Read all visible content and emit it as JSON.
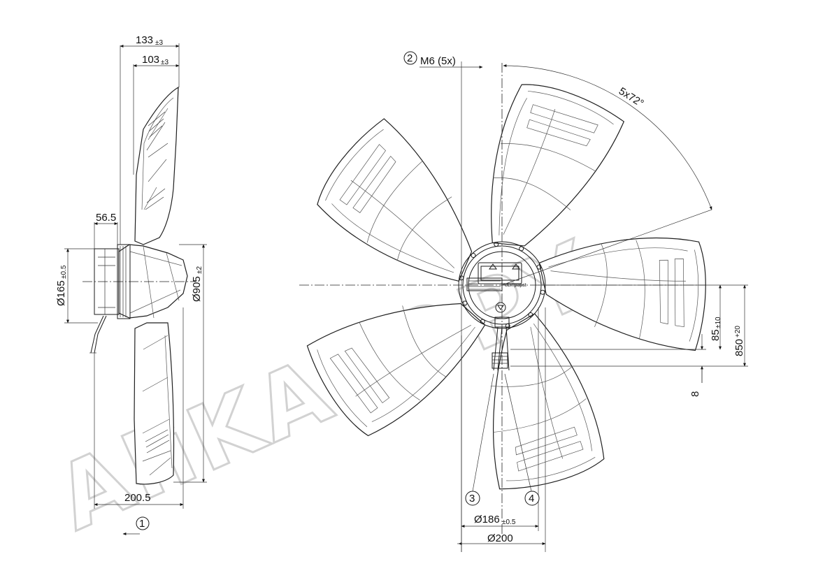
{
  "watermark": "AliKASOPY",
  "dimensions": {
    "width_overall": {
      "value": "133",
      "tol": "±3"
    },
    "width_hub": {
      "value": "103",
      "tol": "±3"
    },
    "depth_motor": {
      "value": "56.5"
    },
    "dia_motor": {
      "value": "Ø165",
      "tol": "±0.5"
    },
    "dia_fan": {
      "value": "Ø905",
      "tol": "±2"
    },
    "depth_total": {
      "value": "200.5"
    },
    "mount_thread": {
      "value": "M6 (5x)"
    },
    "angle": {
      "value": "5x72°"
    },
    "offset_a": {
      "value": "85",
      "tol": "±10"
    },
    "cable_len": {
      "value": "850",
      "tol": "+20"
    },
    "offset_b": {
      "value": "8"
    },
    "dia_bolt": {
      "value": "Ø186",
      "tol": "±0.5"
    },
    "dia_flange": {
      "value": "Ø200"
    }
  },
  "callouts": [
    "1",
    "2",
    "3",
    "4"
  ],
  "nameplate": {
    "brand": "ebmpapst"
  }
}
